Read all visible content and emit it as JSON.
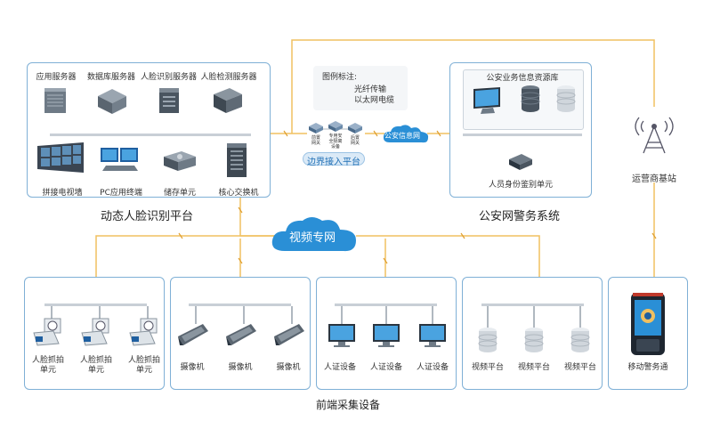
{
  "platform": {
    "title": "动态人脸识别平台",
    "servers": [
      "应用服务器",
      "数据库服务器",
      "人脸识别服务器",
      "人脸检测服务器"
    ],
    "devices": [
      "拼接电视墙",
      "PC应用终端",
      "储存单元",
      "核心交换机"
    ]
  },
  "legend": {
    "title": "图例标注:",
    "fiber": "光纤传输",
    "ethernet": "以太网电缆"
  },
  "border_platform": {
    "label": "边界接入平台",
    "nodes": [
      "前置\n网关",
      "专用安\n全隔离\n设备",
      "后置\n网关"
    ]
  },
  "security_net": {
    "label": "公安信息网"
  },
  "police": {
    "title": "公安网警务系统",
    "resource_title": "公安业务信息资源库",
    "identity_unit": "人员身份鉴别单元"
  },
  "base_station": {
    "label": "运营商基站"
  },
  "video_net": {
    "label": "视频专网"
  },
  "frontend": {
    "title": "前端采集设备",
    "groups": [
      {
        "items": [
          "人脸抓拍\n单元",
          "人脸抓拍\n单元",
          "人脸抓拍\n单元"
        ]
      },
      {
        "items": [
          "摄像机",
          "摄像机",
          "摄像机"
        ]
      },
      {
        "items": [
          "人证设备",
          "人证设备",
          "人证设备"
        ]
      },
      {
        "items": [
          "视频平台",
          "视频平台",
          "视频平台"
        ]
      },
      {
        "items": [
          "移动警务通"
        ]
      }
    ]
  },
  "colors": {
    "fiber": "#f0c060",
    "ethernet": "#b0b8c0",
    "box_border": "#7fb0d6",
    "cloud": "#2a8fd6"
  }
}
